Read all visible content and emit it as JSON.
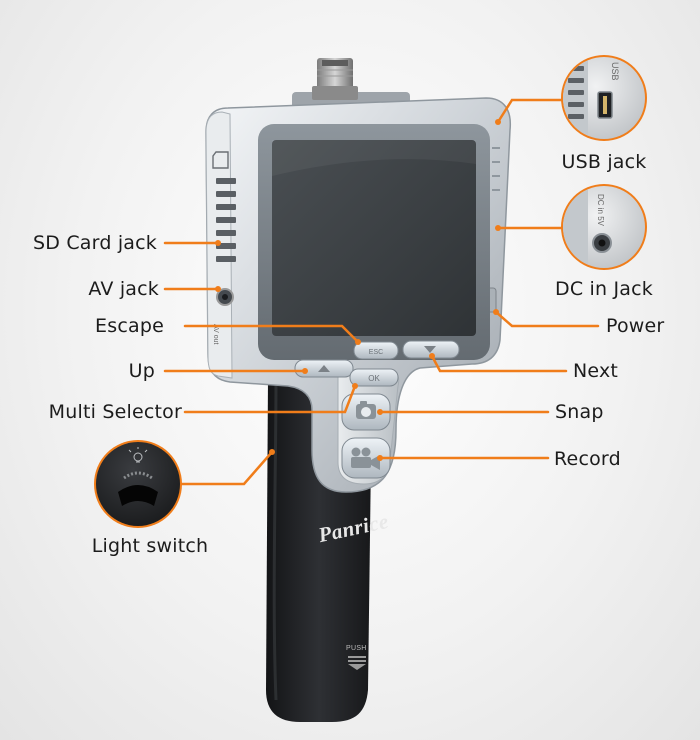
{
  "labels": {
    "sd_card_jack": "SD Card jack",
    "av_jack": "AV jack",
    "escape": "Escape",
    "up": "Up",
    "multi_selector": "Multi Selector",
    "light_switch": "Light switch",
    "usb_jack": "USB jack",
    "dc_in_jack": "DC in Jack",
    "power": "Power",
    "next": "Next",
    "snap": "Snap",
    "record": "Record"
  },
  "device": {
    "brand": "Panrice",
    "push_label": "PUSH",
    "esc_label": "ESC",
    "ok_label": "OK",
    "av_out_label": "AV out",
    "usb_label": "USB",
    "dc_label": "DC in 5V"
  },
  "colors": {
    "callout_line": "#f07d1a",
    "body_silver": "#c9ced3",
    "grip": "#1f2023",
    "screen": "#3d4144"
  }
}
